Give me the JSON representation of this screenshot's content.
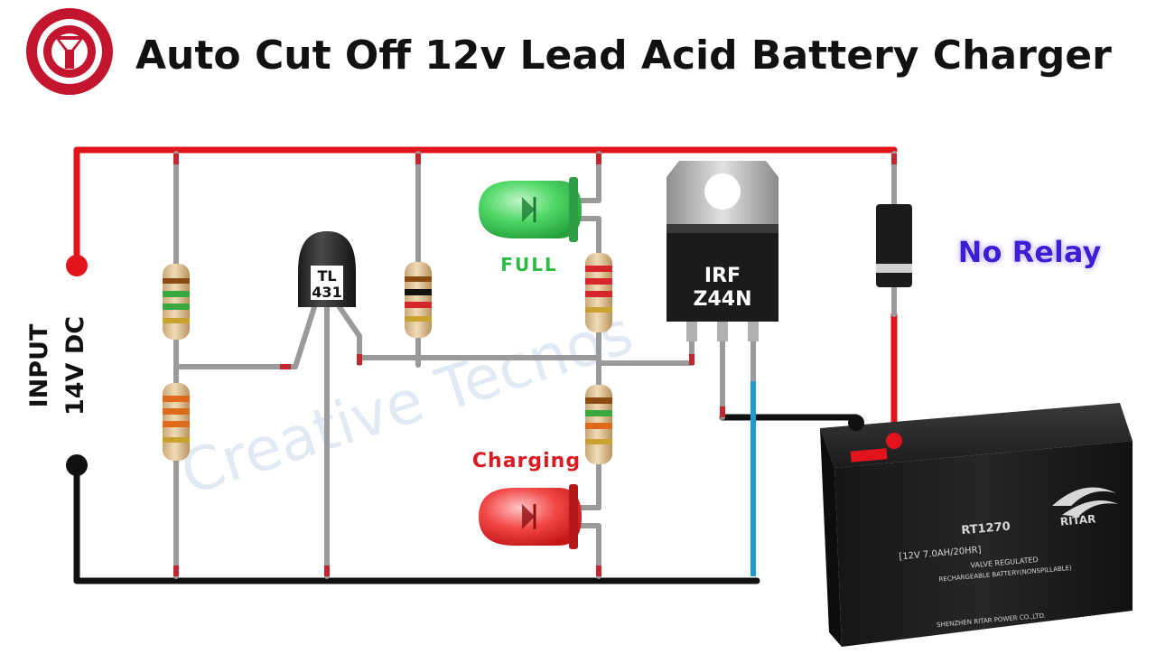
{
  "title": "Auto Cut Off 12v Lead Acid Battery Charger",
  "logo_name": "Creative Tecnos logo",
  "watermark": "Creative Tecnos",
  "input_label": {
    "line1": "INPUT",
    "line2": "14V DC"
  },
  "components": {
    "ic": {
      "line1": "TL",
      "line2": "431"
    },
    "mosfet": {
      "line1": "IRF",
      "line2": "Z44N"
    },
    "led_full_label": "FULL",
    "led_charging_label": "Charging",
    "no_relay": "No Relay"
  },
  "battery": {
    "brand": "RITAR",
    "model": "RT1270",
    "rating": "[12V 7.0AH/20HR]",
    "line1": "VALVE REGULATED",
    "line2": "RECHARGEABLE BATTERY(NONSPILLABLE)",
    "maker": "SHENZHEN RITAR POWER CO.,LTD."
  },
  "colors": {
    "positive_wire": "#e3131b",
    "negative_wire": "#111111",
    "lead_wire": "#9a9a9a",
    "signal_wire": "#1f9bd1",
    "led_full": "#3fcc55",
    "led_charging": "#ee2a2a",
    "label_full": "#2dbb45",
    "label_charging": "#d91c24",
    "no_relay": "#3a1fd6",
    "logo": "#c3162e"
  }
}
